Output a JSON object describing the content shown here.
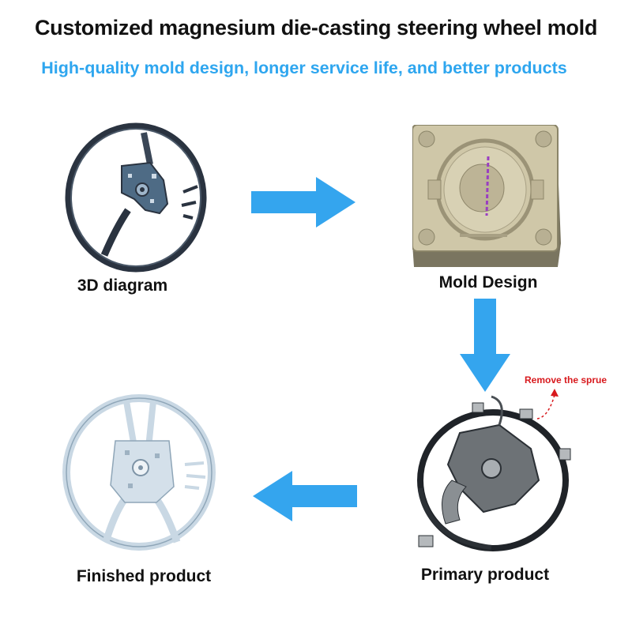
{
  "header": {
    "title": "Customized magnesium die-casting steering wheel mold",
    "subtitle": "High-quality mold design, longer service life, and better products"
  },
  "steps": [
    {
      "label": "3D diagram"
    },
    {
      "label": "Mold Design"
    },
    {
      "label": "Primary product"
    },
    {
      "label": "Finished product"
    }
  ],
  "annotation": {
    "text": "Remove the sprue"
  },
  "colors": {
    "accent": "#2ea6ef",
    "arrow": "#34a5ee",
    "annotation": "#d8191d"
  }
}
